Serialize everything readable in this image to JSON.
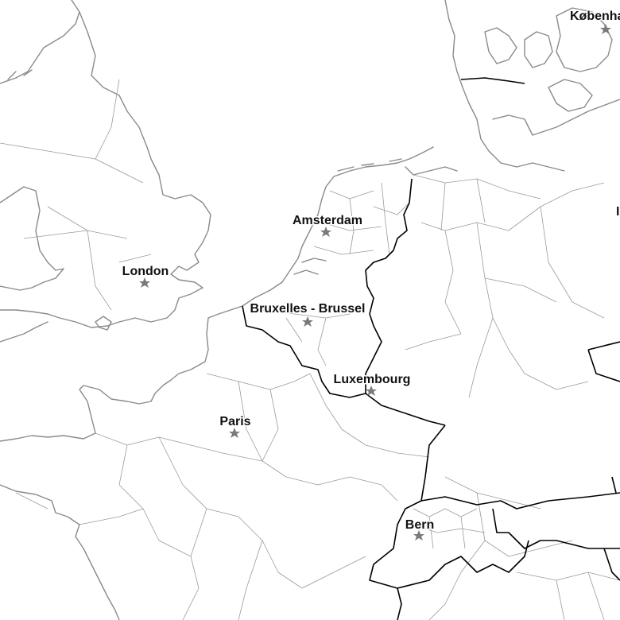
{
  "map": {
    "style": {
      "background": "#ffffff",
      "coastline_color": "#8a8a8a",
      "admin_boundary_color": "#9a9a9a",
      "country_border_color": "#000000",
      "label_color": "#111111",
      "capital_marker_color": "#7a7a7a"
    },
    "capital_marker_icon": "star-icon",
    "cities": [
      {
        "id": "amsterdam",
        "label": "Amsterdam"
      },
      {
        "id": "london",
        "label": "London"
      },
      {
        "id": "brussels",
        "label": "Bruxelles - Brussel"
      },
      {
        "id": "luxembourg",
        "label": "Luxembourg"
      },
      {
        "id": "paris",
        "label": "Paris"
      },
      {
        "id": "bern",
        "label": "Bern"
      },
      {
        "id": "copenhagen",
        "label": "København"
      },
      {
        "id": "edge",
        "label": "I"
      }
    ]
  }
}
